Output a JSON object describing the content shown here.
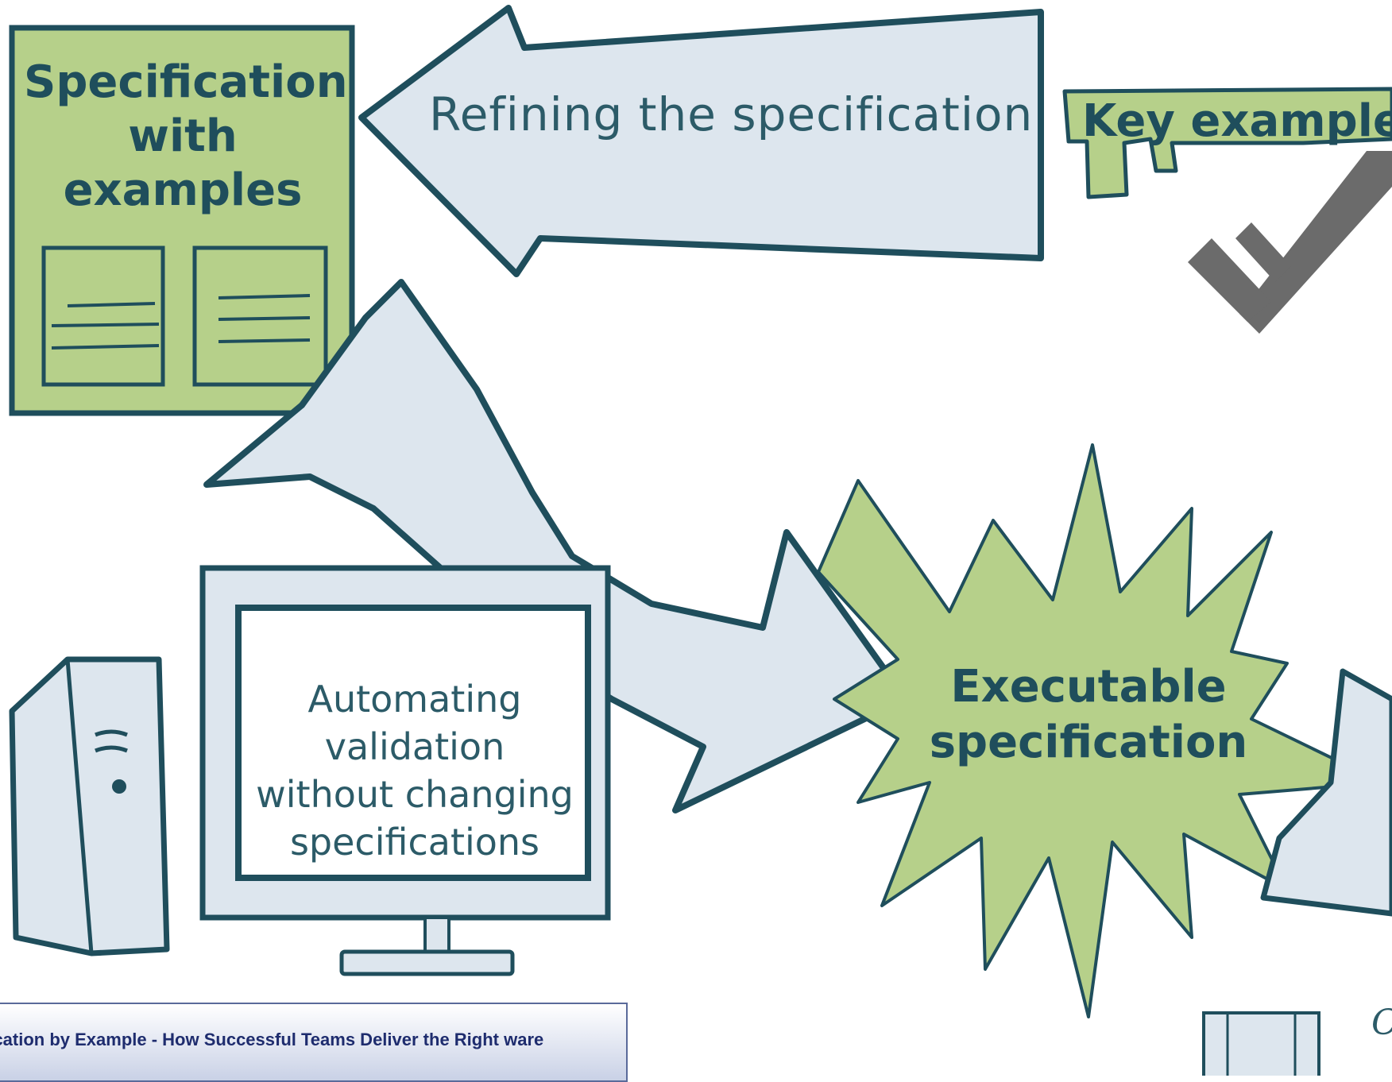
{
  "diagram": {
    "spec_with_examples": {
      "line1": "Specification",
      "line2": "with",
      "line3": "examples"
    },
    "refining_label": "Refining the specification",
    "key_examples_label": "Key examples",
    "automating_label": {
      "line1": "Automating",
      "line2": "validation",
      "line3": "without changing",
      "line4": "specifications"
    },
    "executable_spec": {
      "line1": "Executable",
      "line2": "specification"
    },
    "partial_cursive_text": "C"
  },
  "caption": {
    "text": "fication by Example -  How Successful Teams Deliver the Right ware"
  },
  "colors": {
    "outline": "#1f4e5c",
    "arrow_fill": "#dde6ee",
    "green_fill": "#b6d08a",
    "key_gray": "#6b6b6b"
  }
}
